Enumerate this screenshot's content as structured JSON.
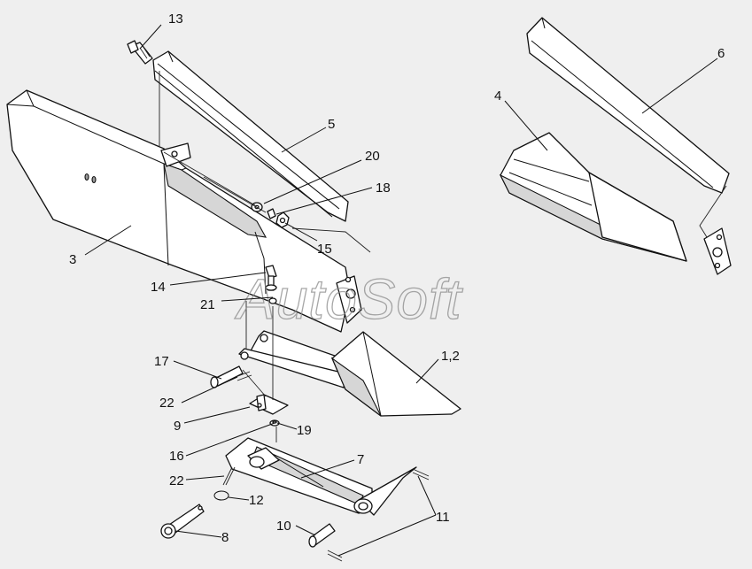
{
  "watermark": "AutoSoft",
  "callouts": [
    {
      "id": "c13",
      "text": "13"
    },
    {
      "id": "c6",
      "text": "6"
    },
    {
      "id": "c5",
      "text": "5"
    },
    {
      "id": "c4",
      "text": "4"
    },
    {
      "id": "c20",
      "text": "20"
    },
    {
      "id": "c18",
      "text": "18"
    },
    {
      "id": "c15",
      "text": "15"
    },
    {
      "id": "c3",
      "text": "3"
    },
    {
      "id": "c14",
      "text": "14"
    },
    {
      "id": "c21",
      "text": "21"
    },
    {
      "id": "c12a",
      "text": "1,2"
    },
    {
      "id": "c17",
      "text": "17"
    },
    {
      "id": "c22a",
      "text": "22"
    },
    {
      "id": "c9",
      "text": "9"
    },
    {
      "id": "c19",
      "text": "19"
    },
    {
      "id": "c16",
      "text": "16"
    },
    {
      "id": "c7",
      "text": "7"
    },
    {
      "id": "c22b",
      "text": "22"
    },
    {
      "id": "c12",
      "text": "12"
    },
    {
      "id": "c11",
      "text": "11"
    },
    {
      "id": "c10",
      "text": "10"
    },
    {
      "id": "c8",
      "text": "8"
    }
  ]
}
